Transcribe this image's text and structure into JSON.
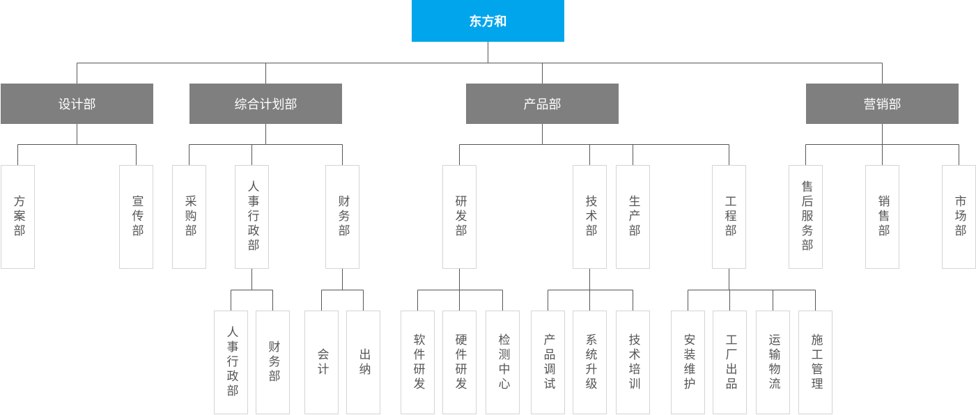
{
  "root": {
    "label": "东方和"
  },
  "departments": [
    {
      "label": "设计部"
    },
    {
      "label": "综合计划部"
    },
    {
      "label": "产品部"
    },
    {
      "label": "营销部"
    }
  ],
  "teams": {
    "design": [
      "方案部",
      "宣传部"
    ],
    "planning": [
      "采购部",
      "人事行政部",
      "财务部"
    ],
    "product": [
      "研发部",
      "技术部",
      "生产部",
      "工程部"
    ],
    "marketing": [
      "售后服务部",
      "销售部",
      "市场部"
    ]
  },
  "sub_teams": {
    "hr_admin": [
      "人事行政部",
      "财务部"
    ],
    "finance": [
      "会计",
      "出纳"
    ],
    "rd": [
      "软件研发",
      "硬件研发",
      "检测中心"
    ],
    "tech": [
      "产品调试",
      "系统升级",
      "技术培训"
    ],
    "engineering": [
      "安装维护",
      "工厂出品",
      "运输物流",
      "施工管理"
    ]
  },
  "colors": {
    "root_fill": "#00a5ec",
    "department_fill": "#7f7f7f",
    "leaf_border": "#d4d4d4",
    "connector": "#555555"
  }
}
